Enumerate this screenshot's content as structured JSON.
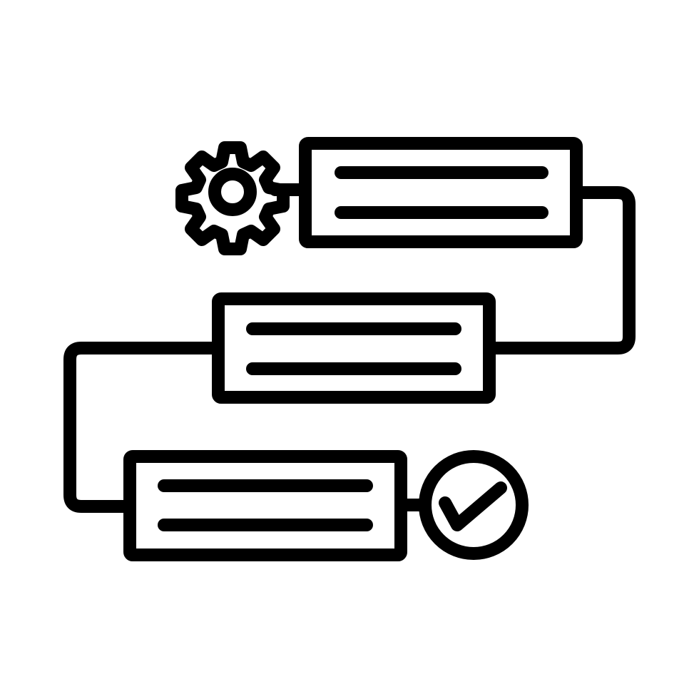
{
  "icon": {
    "name": "workflow-process-icon",
    "stroke_color": "#000000",
    "background_color": "#ffffff",
    "steps": [
      {
        "name": "step-1",
        "lines": 2
      },
      {
        "name": "step-2",
        "lines": 2
      },
      {
        "name": "step-3",
        "lines": 2
      }
    ],
    "start_symbol": "gear-icon",
    "end_symbol": "checkmark-circle-icon"
  }
}
